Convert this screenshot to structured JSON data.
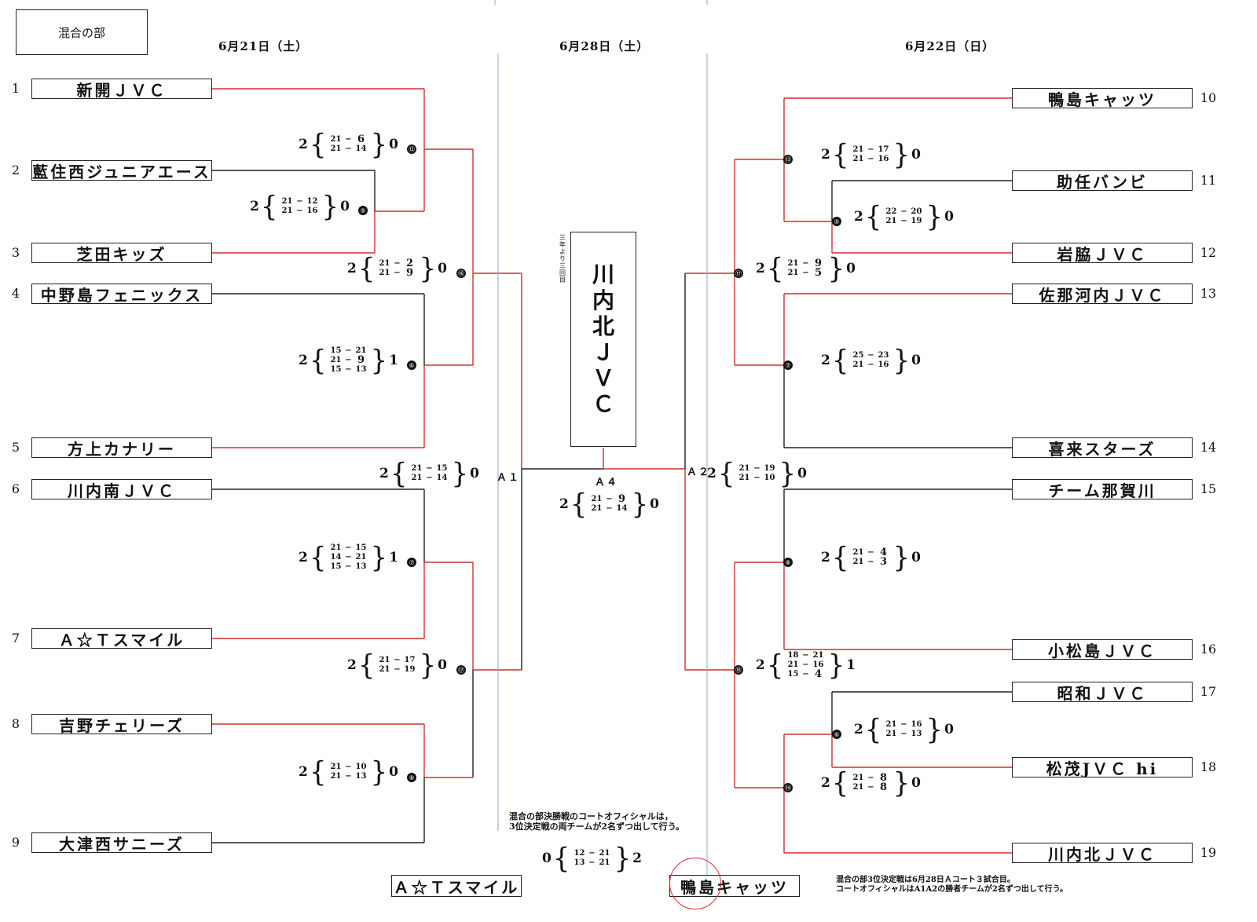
{
  "title": "混合の部",
  "dates": {
    "left": "6月21日（土）",
    "center": "6月28日（土）",
    "right": "6月22日（日）"
  },
  "champion": {
    "name": "川内北ＪＶＣ",
    "chars": [
      "川",
      "内",
      "北",
      "Ｊ",
      "Ｖ",
      "Ｃ"
    ],
    "note": "三年より三回目"
  },
  "teams": [
    {
      "seed": "1",
      "name": "新開ＪＶＣ"
    },
    {
      "seed": "2",
      "name": "藍住西ジュニアエース"
    },
    {
      "seed": "3",
      "name": "芝田キッズ"
    },
    {
      "seed": "4",
      "name": "中野島フェニックス"
    },
    {
      "seed": "5",
      "name": "方上カナリー"
    },
    {
      "seed": "6",
      "name": "川内南ＪＶＣ"
    },
    {
      "seed": "7",
      "name": "Ａ☆Ｔスマイル"
    },
    {
      "seed": "8",
      "name": "吉野チェリーズ"
    },
    {
      "seed": "9",
      "name": "大津西サニーズ"
    },
    {
      "seed": "10",
      "name": "鴨島キャッツ"
    },
    {
      "seed": "11",
      "name": "助任バンビ"
    },
    {
      "seed": "12",
      "name": "岩脇ＪＶＣ"
    },
    {
      "seed": "13",
      "name": "佐那河内ＪＶＣ"
    },
    {
      "seed": "14",
      "name": "喜来スターズ"
    },
    {
      "seed": "15",
      "name": "チーム那賀川"
    },
    {
      "seed": "16",
      "name": "小松島ＪＶＣ"
    },
    {
      "seed": "17",
      "name": "昭和ＪＶＣ"
    },
    {
      "seed": "18",
      "name": "松茂JＶＣ hi"
    },
    {
      "seed": "19",
      "name": "川内北ＪＶＣ"
    }
  ],
  "matches": [
    {
      "id": "L5",
      "num": "⑤",
      "w": "2",
      "l": "0",
      "sets": [
        [
          "21",
          "12"
        ],
        [
          "21",
          "16"
        ]
      ]
    },
    {
      "id": "L13",
      "num": "⑬",
      "w": "2",
      "l": "0",
      "sets": [
        [
          "21",
          "6"
        ],
        [
          "21",
          "14"
        ]
      ]
    },
    {
      "id": "L16",
      "num": "⑯",
      "w": "2",
      "l": "0",
      "sets": [
        [
          "21",
          "2"
        ],
        [
          "21",
          "9"
        ]
      ]
    },
    {
      "id": "L6",
      "num": "⑥",
      "w": "2",
      "l": "1",
      "sets": [
        [
          "15",
          "21"
        ],
        [
          "21",
          "9"
        ],
        [
          "15",
          "13"
        ]
      ]
    },
    {
      "id": "A1",
      "num": "Ａ１",
      "w": "2",
      "l": "0",
      "sets": [
        [
          "21",
          "15"
        ],
        [
          "21",
          "14"
        ]
      ]
    },
    {
      "id": "L7",
      "num": "⑦",
      "w": "2",
      "l": "1",
      "sets": [
        [
          "21",
          "15"
        ],
        [
          "14",
          "21"
        ],
        [
          "15",
          "13"
        ]
      ]
    },
    {
      "id": "L17",
      "num": "⑰",
      "w": "2",
      "l": "0",
      "sets": [
        [
          "21",
          "17"
        ],
        [
          "21",
          "19"
        ]
      ]
    },
    {
      "id": "L8",
      "num": "⑧",
      "w": "2",
      "l": "0",
      "sets": [
        [
          "21",
          "10"
        ],
        [
          "21",
          "13"
        ]
      ]
    },
    {
      "id": "R13",
      "num": "⑬",
      "w": "2",
      "l": "0",
      "sets": [
        [
          "21",
          "17"
        ],
        [
          "21",
          "16"
        ]
      ]
    },
    {
      "id": "R5",
      "num": "⑤",
      "w": "2",
      "l": "0",
      "sets": [
        [
          "22",
          "20"
        ],
        [
          "21",
          "19"
        ]
      ]
    },
    {
      "id": "R17",
      "num": "⑰",
      "w": "2",
      "l": "0",
      "sets": [
        [
          "21",
          "9"
        ],
        [
          "21",
          "5"
        ]
      ]
    },
    {
      "id": "R7",
      "num": "⑦",
      "w": "2",
      "l": "0",
      "sets": [
        [
          "25",
          "23"
        ],
        [
          "21",
          "16"
        ]
      ]
    },
    {
      "id": "A2",
      "num": "Ａ２",
      "w": "2",
      "l": "0",
      "sets": [
        [
          "21",
          "19"
        ],
        [
          "21",
          "10"
        ]
      ]
    },
    {
      "id": "R8",
      "num": "⑧",
      "w": "2",
      "l": "0",
      "sets": [
        [
          "21",
          "4"
        ],
        [
          "21",
          "3"
        ]
      ]
    },
    {
      "id": "R18",
      "num": "⑱",
      "w": "2",
      "l": "1",
      "sets": [
        [
          "18",
          "21"
        ],
        [
          "21",
          "16"
        ],
        [
          "15",
          "4"
        ]
      ]
    },
    {
      "id": "R6",
      "num": "⑥",
      "w": "2",
      "l": "0",
      "sets": [
        [
          "21",
          "16"
        ],
        [
          "21",
          "13"
        ]
      ]
    },
    {
      "id": "R14",
      "num": "⑭",
      "w": "2",
      "l": "0",
      "sets": [
        [
          "21",
          "8"
        ],
        [
          "21",
          "8"
        ]
      ]
    },
    {
      "id": "A4",
      "num": "Ａ４",
      "w": "2",
      "l": "0",
      "sets": [
        [
          "21",
          "9"
        ],
        [
          "21",
          "14"
        ]
      ]
    },
    {
      "id": "TP",
      "num": "",
      "w": "0",
      "l": "2",
      "sets": [
        [
          "12",
          "21"
        ],
        [
          "13",
          "21"
        ]
      ]
    }
  ],
  "third_place": {
    "left": "Ａ☆Ｔスマイル",
    "right": "鴨島キャッツ"
  },
  "notes": {
    "final_officials": "混合の部決勝戦のコートオフィシャルは，\n3位決定戦の両チームが2名ずつ出して行う。",
    "third_place_info": "混合の部3位決定戦は6月28日Ａコート３試合目。\nコートオフィシャルはA1A2の勝者チームが2名ずつ出して行う。"
  },
  "colors": {
    "winner_line": "#d32f2f",
    "line": "#222222",
    "divider": "#8fa6c8"
  }
}
